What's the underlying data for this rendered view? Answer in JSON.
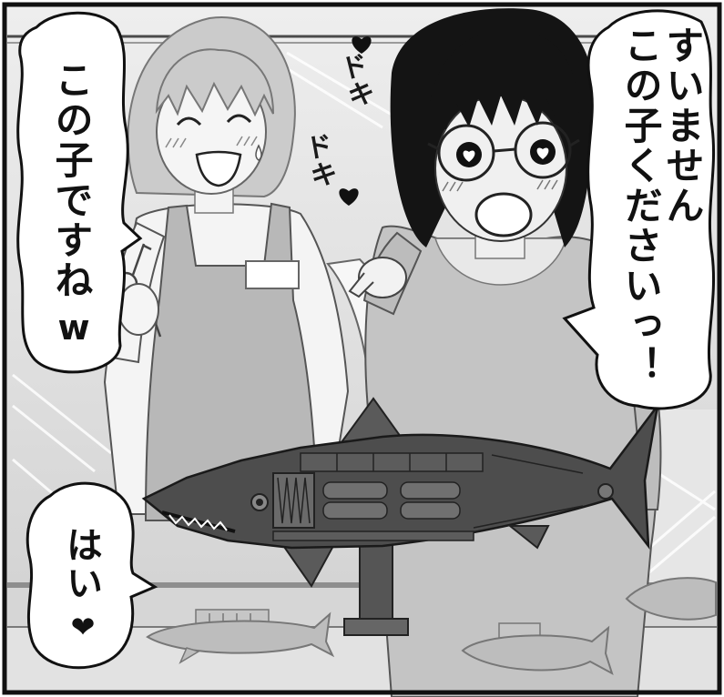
{
  "bubbles": {
    "customer": {
      "line1": "すいません",
      "line2": "この子くださいっ！"
    },
    "clerk_confirm": {
      "line1": "この子ですね",
      "line2": "w"
    },
    "clerk_reply": {
      "line1": "はい",
      "line2": "❤"
    }
  },
  "sound_effects": {
    "heartbeat_1": "ドキ",
    "heartbeat_2": "ドキ"
  },
  "icons": {
    "heart": "heart-icon",
    "eye_heart": "heart-eye-icon"
  },
  "colors": {
    "ink": "#111111",
    "hair_black": "#141414",
    "shark_body": "#4d4d4d",
    "apron": "#b8b8b8"
  }
}
